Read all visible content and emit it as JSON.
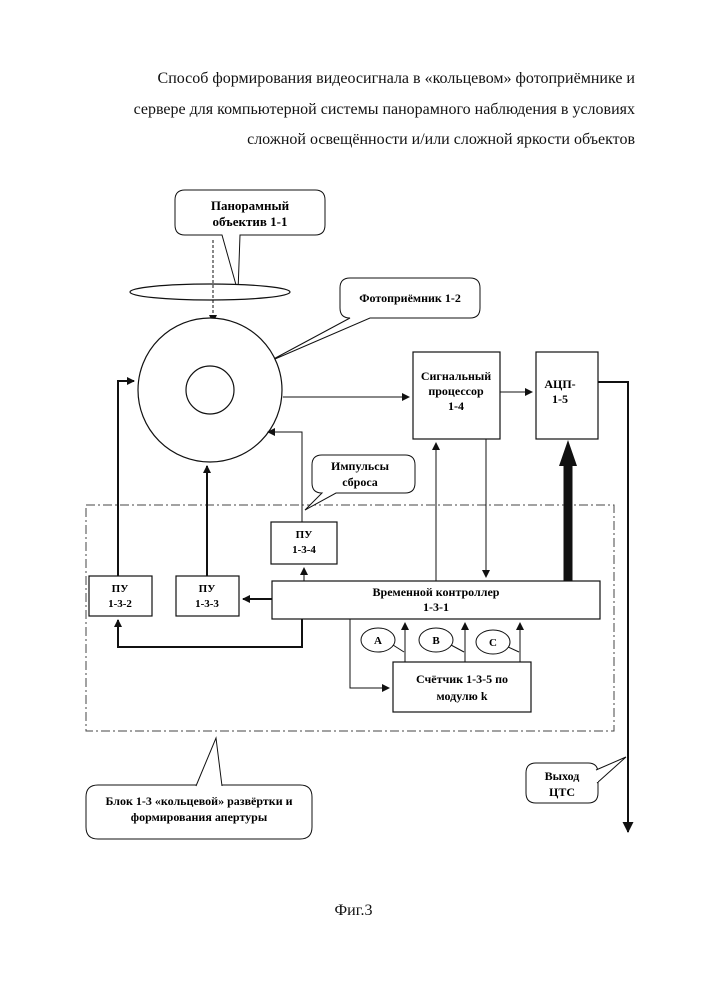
{
  "title": {
    "lines": [
      "Способ формирования видеосигнала в «кольцевом» фотоприёмнике и",
      "сервере для компьютерной  системы панорамного наблюдения в условиях",
      "сложной освещённости и/или сложной яркости объектов"
    ]
  },
  "diagram": {
    "callouts": {
      "lens": [
        "Панорамный",
        "объектив 1-1"
      ],
      "photodetector": [
        "Фотоприёмник 1-2"
      ],
      "reset": [
        "Импульсы",
        "сброса"
      ],
      "block": [
        "Блок 1-3 «кольцевой» развёртки и",
        "формирования апертуры"
      ],
      "output": [
        "Выход",
        "ЦТС"
      ]
    },
    "boxes": {
      "signal_processor": [
        "Сигнальный",
        "процессор",
        "1-4"
      ],
      "adc": [
        "АЦП-",
        "1-5"
      ],
      "controller": [
        "Временной контроллер",
        "1-3-1"
      ],
      "counter": [
        "Счётчик 1-3-5 по",
        "модулю k"
      ],
      "pu_132": [
        "ПУ",
        "1-3-2"
      ],
      "pu_133": [
        "ПУ",
        "1-3-3"
      ],
      "pu_134": [
        "ПУ",
        "1-3-4"
      ]
    },
    "signals": [
      "A",
      "B",
      "C"
    ]
  },
  "caption": "Фиг.3"
}
